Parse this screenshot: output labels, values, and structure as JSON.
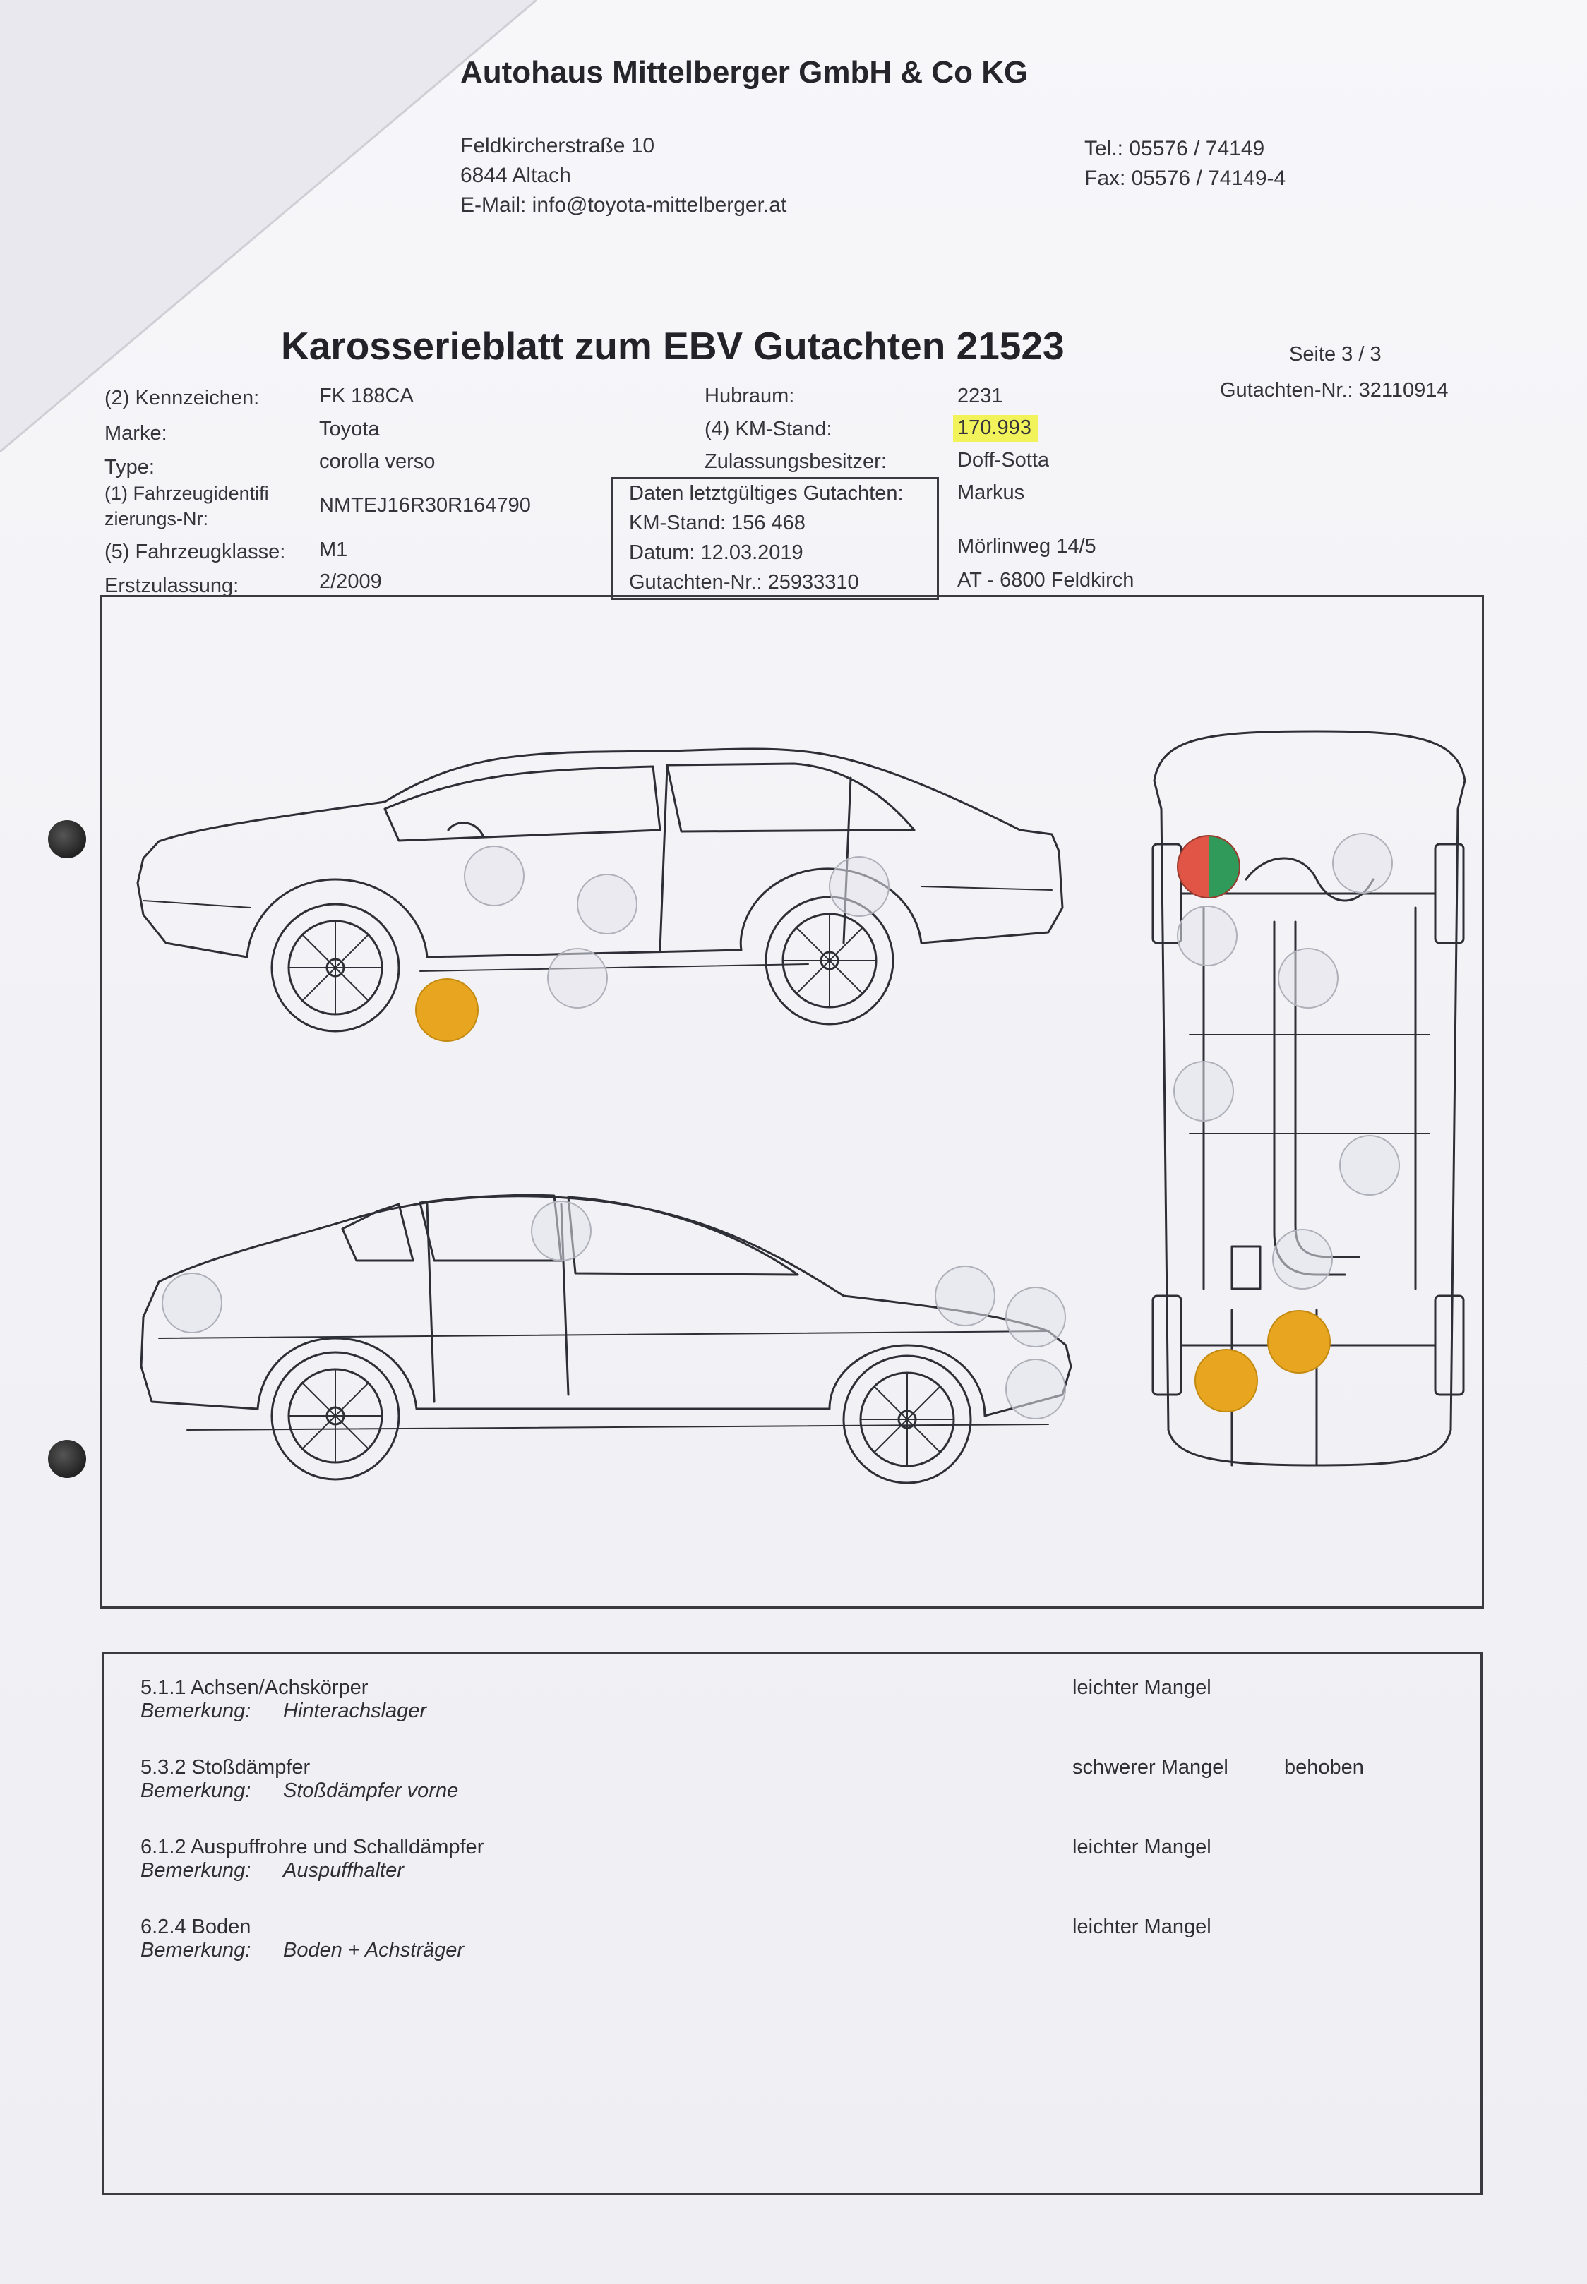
{
  "company": {
    "name": "Autohaus Mittelberger GmbH & Co KG",
    "street": "Feldkircherstraße 10",
    "city": "6844 Altach",
    "email": "E-Mail: info@toyota-mittelberger.at",
    "tel": "Tel.: 05576 / 74149",
    "fax": "Fax: 05576 / 74149-4"
  },
  "document": {
    "title": "Karosserieblatt zum EBV Gutachten 21523",
    "page": "Seite 3 / 3",
    "gutachten_nr": "Gutachten-Nr.: 32110914"
  },
  "vehicle": {
    "kennzeichen_label": "(2) Kennzeichen:",
    "kennzeichen": "FK 188CA",
    "marke_label": "Marke:",
    "marke": "Toyota",
    "type_label": "Type:",
    "type": "corolla verso",
    "fin_label_1": "(1) Fahrzeugidentifi",
    "fin_label_2": "zierungs-Nr:",
    "fin": "NMTEJ16R30R164790",
    "klasse_label": "(5) Fahrzeugklasse:",
    "klasse": "M1",
    "erstzulassung_label": "Erstzulassung:",
    "erstzulassung": "2/2009",
    "hubraum_label": "Hubraum:",
    "hubraum": "2231",
    "km_label": "(4) KM-Stand:",
    "km": "170.993",
    "besitzer_label": "Zulassungsbesitzer:",
    "besitzer_name_1": "Doff-Sotta",
    "besitzer_name_2": "Markus",
    "besitzer_street": "Mörlinweg 14/5",
    "besitzer_city": "AT - 6800 Feldkirch"
  },
  "previous": {
    "heading": "Daten letztgültiges Gutachten:",
    "km": "KM-Stand: 156 468",
    "date": "Datum: 12.03.2019",
    "nr": "Gutachten-Nr.: 25933310"
  },
  "colors": {
    "leicht": "#e8a620",
    "schwer": "#e05545",
    "behoben": "#2f9a5a",
    "neutral": "#d8d8e0"
  },
  "findings": [
    {
      "code": "5.1.1 Achsen/Achskörper",
      "note_label": "Bemerkung:",
      "note": "Hinterachslager",
      "severity": "leichter Mangel",
      "status": ""
    },
    {
      "code": "5.3.2 Stoßdämpfer",
      "note_label": "Bemerkung:",
      "note": "Stoßdämpfer vorne",
      "severity": "schwerer Mangel",
      "status": "behoben"
    },
    {
      "code": "6.1.2 Auspuffrohre und Schalldämpfer",
      "note_label": "Bemerkung:",
      "note": "Auspuffhalter",
      "severity": "leichter Mangel",
      "status": ""
    },
    {
      "code": "6.2.4 Boden",
      "note_label": "Bemerkung:",
      "note": "Boden + Achsträger",
      "severity": "leichter Mangel",
      "status": ""
    }
  ]
}
